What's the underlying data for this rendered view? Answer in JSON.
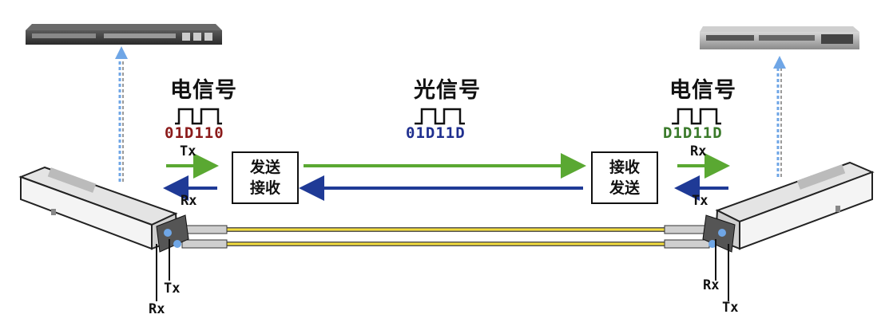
{
  "left": {
    "title": "电信号",
    "bits": "01D110",
    "bits_color": "#8b1a1a",
    "tx_label": "Tx",
    "rx_label": "Rx",
    "box_line1": "发送",
    "box_line2": "接收",
    "port_tx": "Tx",
    "port_rx": "Rx"
  },
  "middle": {
    "title": "光信号",
    "bits": "01D11D",
    "bits_color": "#1f2f8f"
  },
  "right": {
    "title": "电信号",
    "bits": "D1D11D",
    "bits_color": "#3a7a2a",
    "rx_label": "Rx",
    "tx_label": "Tx",
    "box_line1": "接收",
    "box_line2": "发送",
    "port_rx": "Rx",
    "port_tx": "Tx"
  },
  "colors": {
    "green_arrow": "#5aa832",
    "blue_arrow": "#1f3a96",
    "fiber_yellow": "#f2dc3c",
    "link_dash": "#6fa6e6"
  }
}
